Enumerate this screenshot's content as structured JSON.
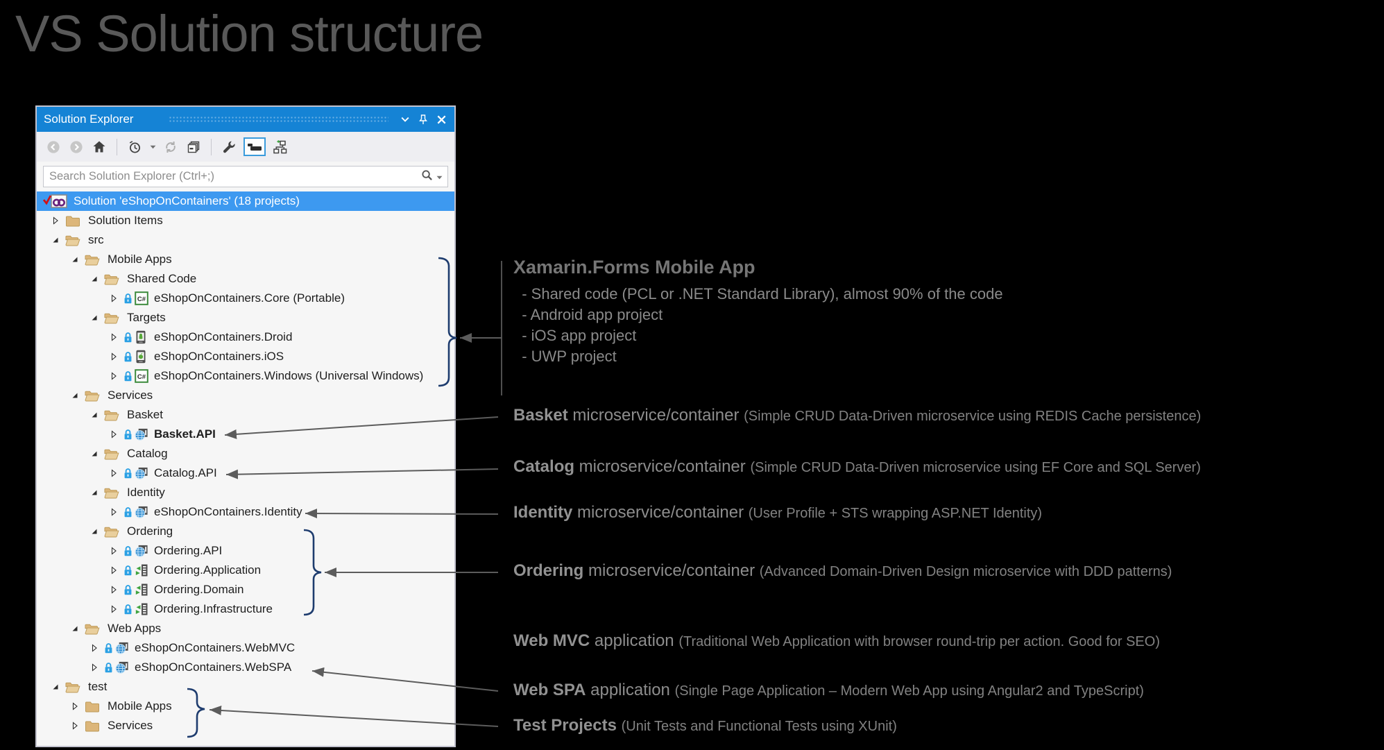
{
  "page_title": "VS Solution structure",
  "panel": {
    "title": "Solution Explorer",
    "titlebar_icons": [
      "chevron-down",
      "pin",
      "close"
    ],
    "toolbar_icons": [
      "back",
      "forward",
      "home",
      "separator",
      "pending-changes",
      "dropdown-caret",
      "sync",
      "collapse-all",
      "separator",
      "properties-wrench",
      "preview-selected",
      "add-item-graph"
    ],
    "search": {
      "placeholder": "Search Solution Explorer (Ctrl+;)"
    },
    "tree": [
      {
        "label": "Solution 'eShopOnContainers' (18 projects)",
        "level": 0,
        "expander": null,
        "icon": "solution",
        "lock": false,
        "bold": false,
        "selected": true
      },
      {
        "label": "Solution Items",
        "level": 1,
        "expander": "collapsed",
        "icon": "folder-closed",
        "lock": false,
        "bold": false,
        "selected": false
      },
      {
        "label": "src",
        "level": 1,
        "expander": "expanded",
        "icon": "folder-open",
        "lock": false,
        "bold": false,
        "selected": false
      },
      {
        "label": "Mobile Apps",
        "level": 2,
        "expander": "expanded",
        "icon": "folder-open",
        "lock": false,
        "bold": false,
        "selected": false
      },
      {
        "label": "Shared Code",
        "level": 3,
        "expander": "expanded",
        "icon": "folder-open",
        "lock": false,
        "bold": false,
        "selected": false
      },
      {
        "label": "eShopOnContainers.Core (Portable)",
        "level": 4,
        "expander": "collapsed",
        "icon": "csharp",
        "lock": true,
        "bold": false,
        "selected": false
      },
      {
        "label": "Targets",
        "level": 3,
        "expander": "expanded",
        "icon": "folder-open",
        "lock": false,
        "bold": false,
        "selected": false
      },
      {
        "label": "eShopOnContainers.Droid",
        "level": 4,
        "expander": "collapsed",
        "icon": "droid",
        "lock": true,
        "bold": false,
        "selected": false
      },
      {
        "label": "eShopOnContainers.iOS",
        "level": 4,
        "expander": "collapsed",
        "icon": "ios",
        "lock": true,
        "bold": false,
        "selected": false
      },
      {
        "label": "eShopOnContainers.Windows (Universal Windows)",
        "level": 4,
        "expander": "collapsed",
        "icon": "csharp",
        "lock": true,
        "bold": false,
        "selected": false
      },
      {
        "label": "Services",
        "level": 2,
        "expander": "expanded",
        "icon": "folder-open",
        "lock": false,
        "bold": false,
        "selected": false
      },
      {
        "label": "Basket",
        "level": 3,
        "expander": "expanded",
        "icon": "folder-open",
        "lock": false,
        "bold": false,
        "selected": false
      },
      {
        "label": "Basket.API",
        "level": 4,
        "expander": "collapsed",
        "icon": "web",
        "lock": true,
        "bold": true,
        "selected": false
      },
      {
        "label": "Catalog",
        "level": 3,
        "expander": "expanded",
        "icon": "folder-open",
        "lock": false,
        "bold": false,
        "selected": false
      },
      {
        "label": "Catalog.API",
        "level": 4,
        "expander": "collapsed",
        "icon": "web",
        "lock": true,
        "bold": false,
        "selected": false
      },
      {
        "label": "Identity",
        "level": 3,
        "expander": "expanded",
        "icon": "folder-open",
        "lock": false,
        "bold": false,
        "selected": false
      },
      {
        "label": "eShopOnContainers.Identity",
        "level": 4,
        "expander": "collapsed",
        "icon": "web",
        "lock": true,
        "bold": false,
        "selected": false
      },
      {
        "label": "Ordering",
        "level": 3,
        "expander": "expanded",
        "icon": "folder-open",
        "lock": false,
        "bold": false,
        "selected": false
      },
      {
        "label": "Ordering.API",
        "level": 4,
        "expander": "collapsed",
        "icon": "web",
        "lock": true,
        "bold": false,
        "selected": false
      },
      {
        "label": "Ordering.Application",
        "level": 4,
        "expander": "collapsed",
        "icon": "lib",
        "lock": true,
        "bold": false,
        "selected": false
      },
      {
        "label": "Ordering.Domain",
        "level": 4,
        "expander": "collapsed",
        "icon": "lib",
        "lock": true,
        "bold": false,
        "selected": false
      },
      {
        "label": "Ordering.Infrastructure",
        "level": 4,
        "expander": "collapsed",
        "icon": "lib",
        "lock": true,
        "bold": false,
        "selected": false
      },
      {
        "label": "Web Apps",
        "level": 2,
        "expander": "expanded",
        "icon": "folder-open",
        "lock": false,
        "bold": false,
        "selected": false
      },
      {
        "label": "eShopOnContainers.WebMVC",
        "level": 3,
        "expander": "collapsed",
        "icon": "web",
        "lock": true,
        "bold": false,
        "selected": false
      },
      {
        "label": "eShopOnContainers.WebSPA",
        "level": 3,
        "expander": "collapsed",
        "icon": "web",
        "lock": true,
        "bold": false,
        "selected": false
      },
      {
        "label": "test",
        "level": 1,
        "expander": "expanded",
        "icon": "folder-open",
        "lock": false,
        "bold": false,
        "selected": false
      },
      {
        "label": "Mobile Apps",
        "level": 2,
        "expander": "collapsed",
        "icon": "folder-closed",
        "lock": false,
        "bold": false,
        "selected": false
      },
      {
        "label": "Services",
        "level": 2,
        "expander": "collapsed",
        "icon": "folder-closed",
        "lock": false,
        "bold": false,
        "selected": false
      }
    ]
  },
  "annotations": {
    "mobile_block": {
      "heading": "Xamarin.Forms Mobile App",
      "bullets": [
        "  - Shared code (PCL or .NET Standard Library), almost 90% of the code",
        "  - Android app project",
        "  - iOS app project",
        "  - UWP project"
      ]
    },
    "callouts": [
      {
        "bold": "Basket",
        "rest": " microservice/container ",
        "paren": "(Simple CRUD Data-Driven microservice using REDIS Cache persistence)"
      },
      {
        "bold": "Catalog",
        "rest": " microservice/container ",
        "paren": "(Simple CRUD Data-Driven microservice using EF Core and SQL Server)"
      },
      {
        "bold": "Identity",
        "rest": " microservice/container ",
        "paren": "(User Profile + STS wrapping ASP.NET Identity)"
      },
      {
        "bold": "Ordering",
        "rest": " microservice/container ",
        "paren": "(Advanced Domain-Driven Design microservice with DDD patterns)"
      },
      {
        "bold": "Web MVC",
        "rest": " application ",
        "paren": "(Traditional Web Application with browser round-trip per action. Good for SEO)"
      },
      {
        "bold": "Web SPA",
        "rest": " application ",
        "paren": "(Single Page Application – Modern Web App using Angular2 and TypeScript)"
      },
      {
        "bold": "Test Projects",
        "rest": " ",
        "paren": "(Unit Tests and Functional Tests using XUnit)"
      }
    ]
  }
}
